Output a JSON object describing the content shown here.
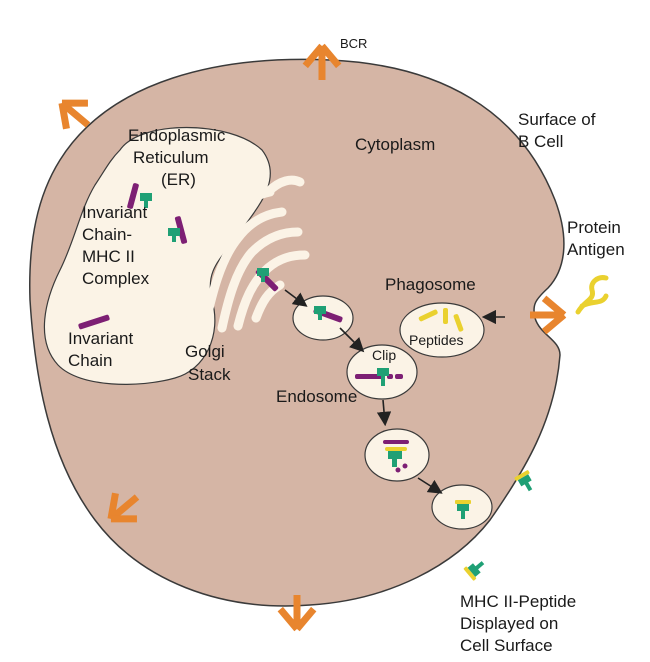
{
  "colors": {
    "cell_fill": "#d5b5a5",
    "cell_stroke": "#3a3a3a",
    "organelle_fill": "#fbf3e6",
    "bcr": "#e8852e",
    "mhc": "#1fa075",
    "invariant": "#7d1f74",
    "peptide": "#ead12f",
    "arrow": "#222222"
  },
  "labels": {
    "bcr": "BCR",
    "surface_line1": "Surface of",
    "surface_line2": "B Cell",
    "cytoplasm": "Cytoplasm",
    "er_line1": "Endoplasmic",
    "er_line2": "Reticulum",
    "er_line3": "(ER)",
    "complex_line1": "Invariant",
    "complex_line2": "Chain-",
    "complex_line3": "MHC II",
    "complex_line4": "Complex",
    "invariant_line1": "Invariant",
    "invariant_line2": "Chain",
    "golgi_line1": "Golgi",
    "golgi_line2": "Stack",
    "antigen_line1": "Protein",
    "antigen_line2": "Antigen",
    "phagosome": "Phagosome",
    "peptides": "Peptides",
    "clip": "Clip",
    "endosome": "Endosome",
    "displayed_line1": "MHC II-Peptide",
    "displayed_line2": "Displayed on",
    "displayed_line3": "Cell Surface"
  }
}
